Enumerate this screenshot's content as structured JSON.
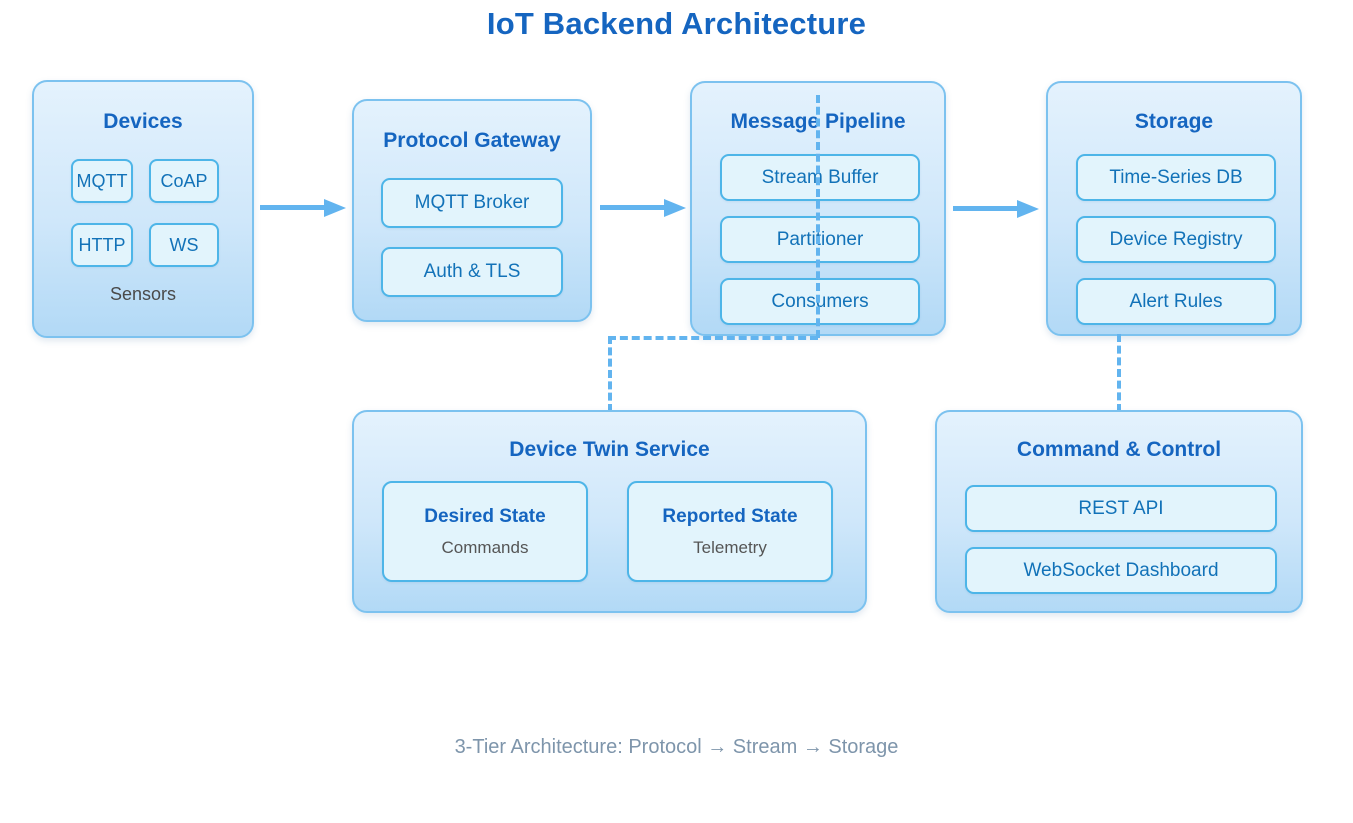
{
  "title": "IoT Backend Architecture",
  "footer": "3-Tier Architecture: Protocol → Stream → Storage",
  "colors": {
    "title_blue": "#1565c0",
    "panel_border": "#7cc2ef",
    "panel_fill_top": "#e4f2fd",
    "panel_fill_bottom": "#b2d9f6",
    "chip_border": "#4db5e8",
    "chip_fill": "#e2f4fc",
    "chip_text": "#1272b8",
    "arrow": "#62b4ef",
    "caption_gray": "#4a4a4a",
    "footer_gray": "#7e95ab"
  },
  "panels": {
    "devices": {
      "title": "Devices",
      "caption": "Sensors",
      "chips": [
        "MQTT",
        "CoAP",
        "HTTP",
        "WS"
      ]
    },
    "protocol_gateway": {
      "title": "Protocol Gateway",
      "chips": [
        "MQTT Broker",
        "Auth & TLS"
      ]
    },
    "message_pipeline": {
      "title": "Message Pipeline",
      "chips": [
        "Stream Buffer",
        "Partitioner",
        "Consumers"
      ]
    },
    "storage": {
      "title": "Storage",
      "chips": [
        "Time-Series DB",
        "Device Registry",
        "Alert Rules"
      ]
    },
    "device_twin": {
      "title": "Device Twin Service",
      "cards": [
        {
          "title": "Desired State",
          "sub": "Commands"
        },
        {
          "title": "Reported State",
          "sub": "Telemetry"
        }
      ]
    },
    "command_control": {
      "title": "Command & Control",
      "chips": [
        "REST API",
        "WebSocket Dashboard"
      ]
    }
  },
  "connectors": {
    "arrows": [
      {
        "from": "devices",
        "to": "protocol_gateway"
      },
      {
        "from": "protocol_gateway",
        "to": "message_pipeline"
      },
      {
        "from": "message_pipeline",
        "to": "storage"
      }
    ],
    "dashed": [
      {
        "from": "message_pipeline",
        "to": "device_twin"
      },
      {
        "from": "storage",
        "to": "command_control"
      }
    ]
  }
}
